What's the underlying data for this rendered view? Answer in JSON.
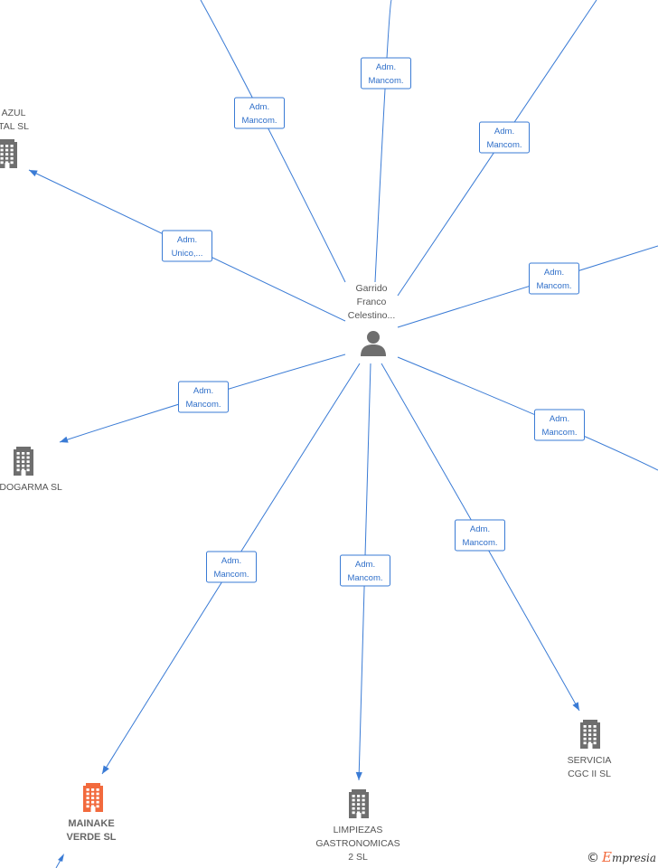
{
  "center_person": {
    "name_lines": [
      "Garrido",
      "Franco",
      "Celestino..."
    ],
    "icon": "person-icon"
  },
  "companies": [
    {
      "id": "azul",
      "name_lines": [
        "AZUL",
        "TAL SL"
      ],
      "icon": "building-icon",
      "highlight": false
    },
    {
      "id": "odogarma",
      "name_lines": [
        "ODOGARMA  SL"
      ],
      "icon": "building-icon",
      "highlight": false
    },
    {
      "id": "mainake",
      "name_lines": [
        "MAINAKE",
        "VERDE  SL"
      ],
      "icon": "building-icon",
      "highlight": true
    },
    {
      "id": "limpiezas",
      "name_lines": [
        "LIMPIEZAS",
        "GASTRONOMICAS",
        "2  SL"
      ],
      "icon": "building-icon",
      "highlight": false
    },
    {
      "id": "servicia",
      "name_lines": [
        "SERVICIA",
        "CGC II  SL"
      ],
      "icon": "building-icon",
      "highlight": false
    }
  ],
  "edges": [
    {
      "id": "top-left",
      "label_lines": [
        "Adm.",
        "Mancom."
      ]
    },
    {
      "id": "top-center",
      "label_lines": [
        "Adm.",
        "Mancom."
      ]
    },
    {
      "id": "top-right",
      "label_lines": [
        "Adm.",
        "Mancom."
      ]
    },
    {
      "id": "azul",
      "label_lines": [
        "Adm.",
        "Unico,..."
      ]
    },
    {
      "id": "right-upper",
      "label_lines": [
        "Adm.",
        "Mancom."
      ]
    },
    {
      "id": "odogarma",
      "label_lines": [
        "Adm.",
        "Mancom."
      ]
    },
    {
      "id": "right-lower",
      "label_lines": [
        "Adm.",
        "Mancom."
      ]
    },
    {
      "id": "mainake",
      "label_lines": [
        "Adm.",
        "Mancom."
      ]
    },
    {
      "id": "limpiezas",
      "label_lines": [
        "Adm.",
        "Mancom."
      ]
    },
    {
      "id": "servicia",
      "label_lines": [
        "Adm.",
        "Mancom."
      ]
    }
  ],
  "colors": {
    "edge": "#3a7bd5",
    "icon": "#6e6e6e",
    "highlight": "#f26a3d"
  },
  "brand": {
    "copyright": "©",
    "initial": "E",
    "rest": "mpresia"
  }
}
